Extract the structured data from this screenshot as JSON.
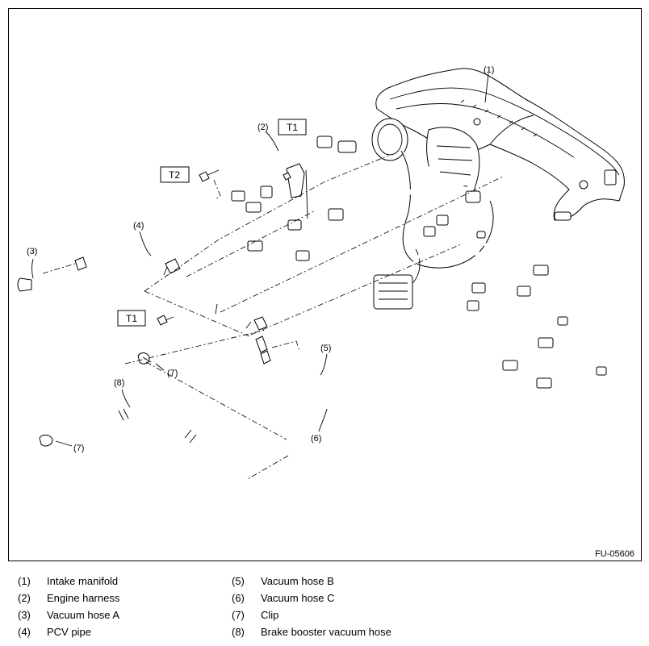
{
  "figure": {
    "code": "FU-05606",
    "callouts": [
      "(1)",
      "(2)",
      "(3)",
      "(4)",
      "(5)",
      "(6)",
      "(7)",
      "(7)",
      "(8)"
    ],
    "torque_labels": [
      "T1",
      "T2",
      "T1"
    ]
  },
  "legend": [
    {
      "num": "(1)",
      "text": "Intake manifold"
    },
    {
      "num": "(2)",
      "text": "Engine harness"
    },
    {
      "num": "(3)",
      "text": "Vacuum hose A"
    },
    {
      "num": "(4)",
      "text": "PCV pipe"
    },
    {
      "num": "(5)",
      "text": "Vacuum hose B"
    },
    {
      "num": "(6)",
      "text": "Vacuum hose C"
    },
    {
      "num": "(7)",
      "text": "Clip"
    },
    {
      "num": "(8)",
      "text": "Brake booster vacuum hose"
    }
  ]
}
